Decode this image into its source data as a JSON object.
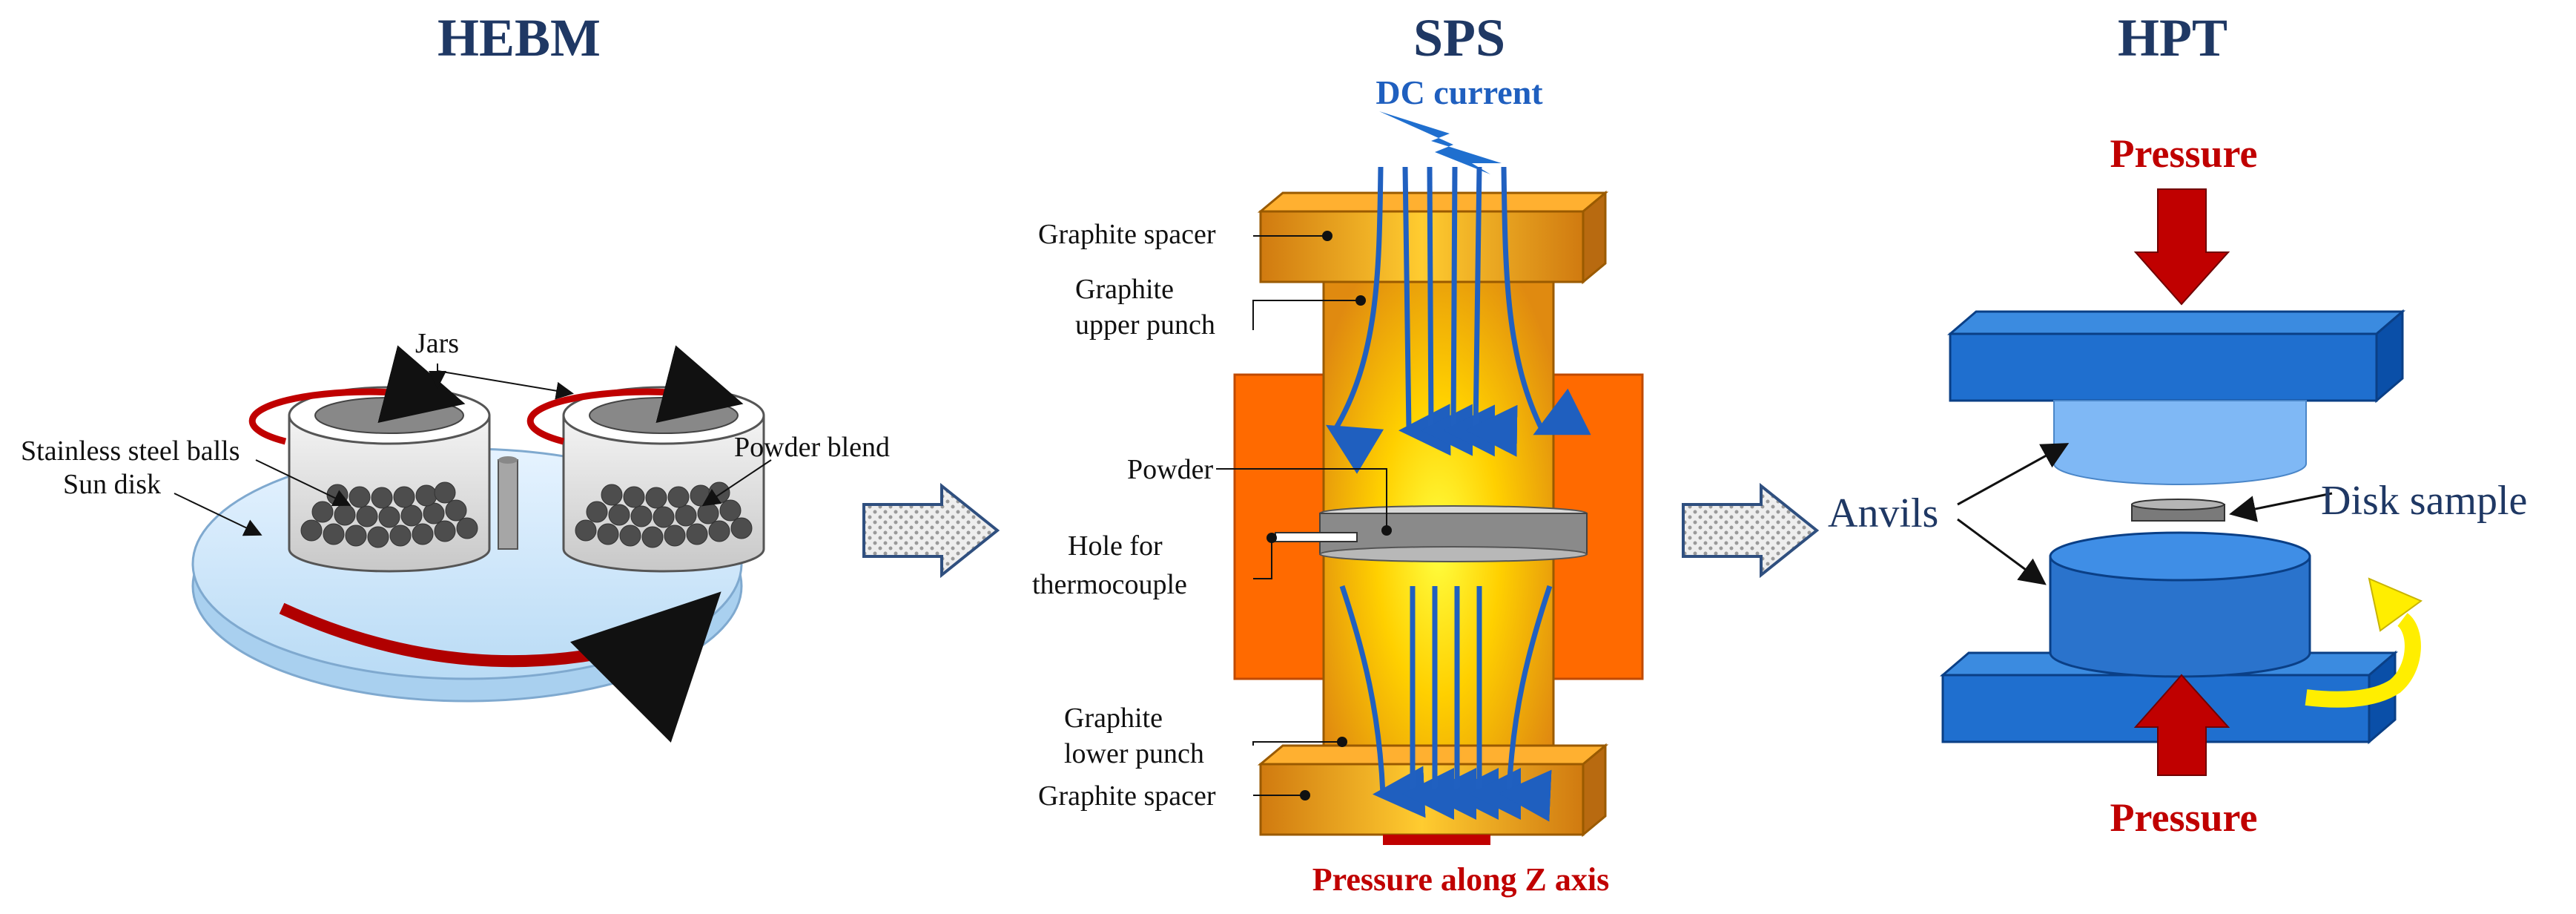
{
  "titles": {
    "hebm": "HEBM",
    "sps": "SPS",
    "hpt": "HPT"
  },
  "hebm": {
    "jars": "Jars",
    "stainless_steel_balls": "Stainless steel balls",
    "sun_disk": "Sun disk",
    "powder_blend": "Powder blend"
  },
  "sps": {
    "dc_current": "DC current",
    "graphite_spacer_top": "Graphite spacer",
    "graphite_upper_punch_1": "Graphite",
    "graphite_upper_punch_2": "upper punch",
    "powder": "Powder",
    "hole_1": "Hole for",
    "hole_2": "thermocouple",
    "graphite_lower_punch_1": "Graphite",
    "graphite_lower_punch_2": "lower punch",
    "graphite_spacer_bottom": "Graphite spacer",
    "pressure_z": "Pressure along Z axis"
  },
  "hpt": {
    "pressure_top": "Pressure",
    "anvils": "Anvils",
    "disk_sample": "Disk sample",
    "pressure_bottom": "Pressure"
  },
  "colors": {
    "title": "#1f3864",
    "red_label": "#c00000",
    "current_arrow": "#2060c0",
    "anvil_blue": "#1f6fcf",
    "die_orange": "#ff6a00"
  }
}
